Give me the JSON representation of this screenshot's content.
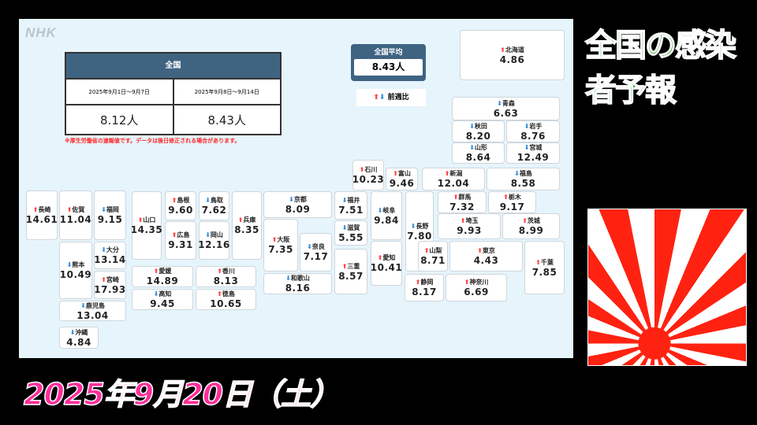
{
  "logo": "NHK",
  "summary": {
    "header": "全国",
    "periods": [
      "2025年9月1日～9月7日",
      "2025年9月8日～9月14日"
    ],
    "values": [
      "8.12人",
      "8.43人"
    ],
    "note": "※厚生労働省の速報値です。データは後日修正される場合があります。"
  },
  "average": {
    "label": "全国平均",
    "value": "8.43人"
  },
  "legend": {
    "up_icon": "⬆",
    "down_icon": "⬇",
    "label": "前週比"
  },
  "prefectures": [
    {
      "name": "北海道",
      "value": "4.86",
      "trend": "up"
    },
    {
      "name": "青森",
      "value": "6.63",
      "trend": "down"
    },
    {
      "name": "秋田",
      "value": "8.20",
      "trend": "down"
    },
    {
      "name": "岩手",
      "value": "8.76",
      "trend": "down"
    },
    {
      "name": "山形",
      "value": "8.64",
      "trend": "down"
    },
    {
      "name": "宮城",
      "value": "12.49",
      "trend": "down"
    },
    {
      "name": "石川",
      "value": "10.23",
      "trend": "up"
    },
    {
      "name": "富山",
      "value": "9.46",
      "trend": "up"
    },
    {
      "name": "新潟",
      "value": "12.04",
      "trend": "up"
    },
    {
      "name": "福島",
      "value": "8.58",
      "trend": "down"
    },
    {
      "name": "京都",
      "value": "8.09",
      "trend": "down"
    },
    {
      "name": "福井",
      "value": "7.51",
      "trend": "down"
    },
    {
      "name": "岐阜",
      "value": "9.84",
      "trend": "down"
    },
    {
      "name": "長野",
      "value": "7.80",
      "trend": "down"
    },
    {
      "name": "群馬",
      "value": "7.32",
      "trend": "up"
    },
    {
      "name": "栃木",
      "value": "9.17",
      "trend": "up"
    },
    {
      "name": "埼玉",
      "value": "9.93",
      "trend": "up"
    },
    {
      "name": "茨城",
      "value": "8.99",
      "trend": "up"
    },
    {
      "name": "滋賀",
      "value": "5.55",
      "trend": "down"
    },
    {
      "name": "大阪",
      "value": "7.35",
      "trend": "up"
    },
    {
      "name": "奈良",
      "value": "7.17",
      "trend": "down"
    },
    {
      "name": "三重",
      "value": "8.57",
      "trend": "up"
    },
    {
      "name": "愛知",
      "value": "10.41",
      "trend": "up"
    },
    {
      "name": "山梨",
      "value": "8.71",
      "trend": "up"
    },
    {
      "name": "東京",
      "value": "4.43",
      "trend": "up"
    },
    {
      "name": "千葉",
      "value": "7.85",
      "trend": "up"
    },
    {
      "name": "和歌山",
      "value": "8.16",
      "trend": "down"
    },
    {
      "name": "静岡",
      "value": "8.17",
      "trend": "up"
    },
    {
      "name": "神奈川",
      "value": "6.69",
      "trend": "up"
    },
    {
      "name": "長崎",
      "value": "14.61",
      "trend": "up"
    },
    {
      "name": "佐賀",
      "value": "11.04",
      "trend": "up"
    },
    {
      "name": "福岡",
      "value": "9.15",
      "trend": "down"
    },
    {
      "name": "熊本",
      "value": "10.49",
      "trend": "down"
    },
    {
      "name": "大分",
      "value": "13.14",
      "trend": "down"
    },
    {
      "name": "宮崎",
      "value": "17.93",
      "trend": "up"
    },
    {
      "name": "鹿児島",
      "value": "13.04",
      "trend": "down"
    },
    {
      "name": "沖縄",
      "value": "4.84",
      "trend": "down"
    },
    {
      "name": "山口",
      "value": "14.35",
      "trend": "up"
    },
    {
      "name": "島根",
      "value": "9.60",
      "trend": "up"
    },
    {
      "name": "鳥取",
      "value": "7.62",
      "trend": "down"
    },
    {
      "name": "広島",
      "value": "9.31",
      "trend": "up"
    },
    {
      "name": "岡山",
      "value": "12.16",
      "trend": "down"
    },
    {
      "name": "兵庫",
      "value": "8.35",
      "trend": "up"
    },
    {
      "name": "愛媛",
      "value": "14.89",
      "trend": "up"
    },
    {
      "name": "香川",
      "value": "8.13",
      "trend": "up"
    },
    {
      "name": "高知",
      "value": "9.45",
      "trend": "down"
    },
    {
      "name": "徳島",
      "value": "10.65",
      "trend": "up"
    }
  ],
  "title": "全国の感染者予報",
  "date": "2025年9月20日（土）",
  "colors": {
    "up": "#ff4444",
    "down": "#3a8fe0",
    "header": "#3f6482",
    "title": "#1f9a1f",
    "date": "#ff2d9a"
  }
}
